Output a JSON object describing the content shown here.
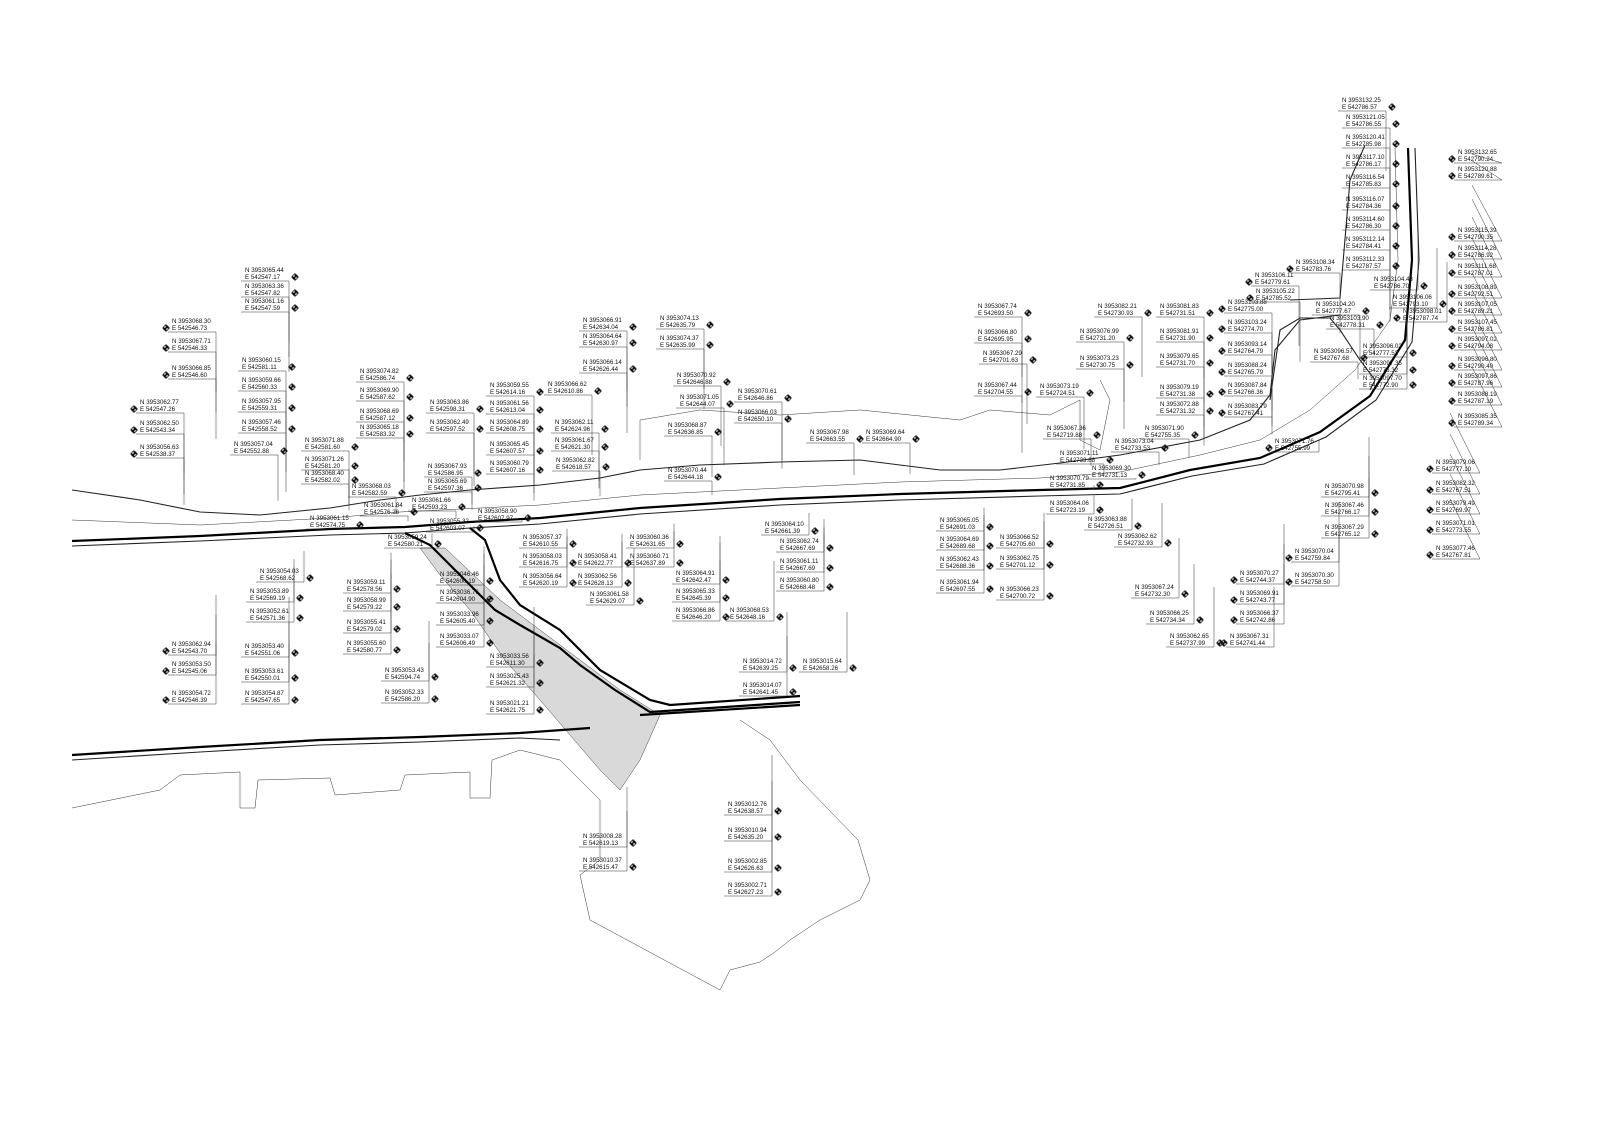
{
  "drawing": {
    "colors": {
      "line": "#111111",
      "hatch": "#d9d9d9",
      "background": "#ffffff"
    },
    "marker_icon": "survey-crosshair-icon",
    "points": [
      [
        "N 3953065.44",
        "E 542547.17"
      ],
      [
        "N 3953063.36",
        "E 542547.82"
      ],
      [
        "N 3953061.16",
        "E 542547.59"
      ],
      [
        "N 3953068.30",
        "E 542546.73"
      ],
      [
        "N 3953067.71",
        "E 542546.33"
      ],
      [
        "N 3953066.85",
        "E 542546.60"
      ],
      [
        "N 3953060.15",
        "E 542581.11"
      ],
      [
        "N 3953059.66",
        "E 542560.33"
      ],
      [
        "N 3953057.95",
        "E 542559.31"
      ],
      [
        "N 3953057.46",
        "E 542558.52"
      ],
      [
        "N 3953057.04",
        "E 542552.88"
      ],
      [
        "N 3953062.77",
        "E 542547.26"
      ],
      [
        "N 3953062.50",
        "E 542543.34"
      ],
      [
        "N 3953056.63",
        "E 542538.37"
      ],
      [
        "N 3953074.82",
        "E 542586.74"
      ],
      [
        "N 3953069.90",
        "E 542587.62"
      ],
      [
        "N 3953068.69",
        "E 542587.12"
      ],
      [
        "N 3953065.18",
        "E 542583.32"
      ],
      [
        "N 3953071.88",
        "E 542581.60"
      ],
      [
        "N 3953071.26",
        "E 542581.20"
      ],
      [
        "N 3953068.40",
        "E 542582.02"
      ],
      [
        "N 3953068.03",
        "E 542582.59"
      ],
      [
        "N 3953063.86",
        "E 542598.31"
      ],
      [
        "N 3953062.49",
        "E 542597.52"
      ],
      [
        "N 3953067.93",
        "E 542586.95"
      ],
      [
        "N 3953065.69",
        "E 542597.36"
      ],
      [
        "N 3953061.66",
        "E 542593.23"
      ],
      [
        "N 3953061.84",
        "E 542576.26"
      ],
      [
        "N 3953061.15",
        "E 542574.75"
      ],
      [
        "N 3953055.32",
        "E 542603.07"
      ],
      [
        "N 3953059.24",
        "E 542580.21"
      ],
      [
        "N 3953054.03",
        "E 542568.62"
      ],
      [
        "N 3953053.89",
        "E 542569.19"
      ],
      [
        "N 3953052.61",
        "E 542571.36"
      ],
      [
        "N 3953059.11",
        "E 542578.56"
      ],
      [
        "N 3953058.99",
        "E 542579.22"
      ],
      [
        "N 3953055.41",
        "E 542579.02"
      ],
      [
        "N 3953055.60",
        "E 542580.77"
      ],
      [
        "N 3953062.94",
        "E 542543.70"
      ],
      [
        "N 3953053.50",
        "E 542545.06"
      ],
      [
        "N 3953053.40",
        "E 542551.06"
      ],
      [
        "N 3953053.61",
        "E 542550.01"
      ],
      [
        "N 3953054.72",
        "E 542546.39"
      ],
      [
        "N 3953054.87",
        "E 542547.65"
      ],
      [
        "N 3953053.43",
        "E 542594.74"
      ],
      [
        "N 3953052.33",
        "E 542586.20"
      ],
      [
        "N 3953059.55",
        "E 542614.16"
      ],
      [
        "N 3953061.56",
        "E 542613.04"
      ],
      [
        "N 3953064.89",
        "E 542608.75"
      ],
      [
        "N 3953065.45",
        "E 542607.57"
      ],
      [
        "N 3953060.79",
        "E 542607.16"
      ],
      [
        "N 3953066.62",
        "E 542610.86"
      ],
      [
        "N 3953062.11",
        "E 542624.96"
      ],
      [
        "N 3953061.67",
        "E 542621.30"
      ],
      [
        "N 3953062.82",
        "E 542618.57"
      ],
      [
        "N 3953066.91",
        "E 542634.04"
      ],
      [
        "N 3953064.64",
        "E 542630.97"
      ],
      [
        "N 3953066.14",
        "E 542626.44"
      ],
      [
        "N 3953074.13",
        "E 542635.79"
      ],
      [
        "N 3953074.37",
        "E 542635.99"
      ],
      [
        "N 3953070.92",
        "E 542646.88"
      ],
      [
        "N 3953071.05",
        "E 542644.07"
      ],
      [
        "N 3953068.87",
        "E 542636.85"
      ],
      [
        "N 3953070.44",
        "E 542644.18"
      ],
      [
        "N 3953070.61",
        "E 542646.86"
      ],
      [
        "N 3953066.03",
        "E 542650.10"
      ],
      [
        "N 3953058.90",
        "E 542607.97"
      ],
      [
        "N 3953057.37",
        "E 542610.55"
      ],
      [
        "N 3953058.03",
        "E 542616.75"
      ],
      [
        "N 3953058.41",
        "E 542622.77"
      ],
      [
        "N 3953060.36",
        "E 542631.65"
      ],
      [
        "N 3953060.71",
        "E 542637.89"
      ],
      [
        "N 3953056.64",
        "E 542620.19"
      ],
      [
        "N 3953062.56",
        "E 542628.13"
      ],
      [
        "N 3953061.58",
        "E 542629.07"
      ],
      [
        "N 3953064.91",
        "E 542642.47"
      ],
      [
        "N 3953065.33",
        "E 542645.39"
      ],
      [
        "N 3953066.86",
        "E 542646.20"
      ],
      [
        "N 3953064.10",
        "E 542661.39"
      ],
      [
        "N 3953062.74",
        "E 542667.69"
      ],
      [
        "N 3953061.11",
        "E 542667.69"
      ],
      [
        "N 3953060.80",
        "E 542668.48"
      ],
      [
        "N 3953068.53",
        "E 542648.16"
      ],
      [
        "N 3953046.46",
        "E 542600.19"
      ],
      [
        "N 3953036.76",
        "E 542604.90"
      ],
      [
        "N 3953033.96",
        "E 542605.40"
      ],
      [
        "N 3953033.07",
        "E 542606.49"
      ],
      [
        "N 3953033.56",
        "E 542611.30"
      ],
      [
        "N 3953025.43",
        "E 542621.32"
      ],
      [
        "N 3953021.21",
        "E 542621.75"
      ],
      [
        "N 3953014.72",
        "E 542639.25"
      ],
      [
        "N 3953015.64",
        "E 542658.26"
      ],
      [
        "N 3953014.07",
        "E 542641.45"
      ],
      [
        "N 3953012.76",
        "E 542638.57"
      ],
      [
        "N 3953010.94",
        "E 542635.20"
      ],
      [
        "N 3953002.85",
        "E 542626.63"
      ],
      [
        "N 3953002.71",
        "E 542627.23"
      ],
      [
        "N 3953008.28",
        "E 542619.13"
      ],
      [
        "N 3953010.37",
        "E 542615.47"
      ],
      [
        "N 3953067.98",
        "E 542663.55"
      ],
      [
        "N 3953069.64",
        "E 542664.90"
      ],
      [
        "N 3953067.74",
        "E 542693.50"
      ],
      [
        "N 3953066.80",
        "E 542695.95"
      ],
      [
        "N 3953067.29",
        "E 542701.63"
      ],
      [
        "N 3953067.44",
        "E 542704.55"
      ],
      [
        "N 3953076.99",
        "E 542731.20"
      ],
      [
        "N 3953073.23",
        "E 542730.75"
      ],
      [
        "N 3953073.19",
        "E 542724.51"
      ],
      [
        "N 3953067.36",
        "E 542719.88"
      ],
      [
        "N 3953082.21",
        "E 542730.93"
      ],
      [
        "N 3953081.83",
        "E 542731.51"
      ],
      [
        "N 3953081.91",
        "E 542731.90"
      ],
      [
        "N 3953079.65",
        "E 542731.70"
      ],
      [
        "N 3953079.19",
        "E 542731.38"
      ],
      [
        "N 3953072.88",
        "E 542731.32"
      ],
      [
        "N 3953071.90",
        "E 542755.35"
      ],
      [
        "N 3953073.04",
        "E 542733.53"
      ],
      [
        "N 3953071.11",
        "E 542733.88"
      ],
      [
        "N 3953069.30",
        "E 542731.13"
      ],
      [
        "N 3953070.79",
        "E 542731.85"
      ],
      [
        "N 3953064.06",
        "E 542723.19"
      ],
      [
        "N 3953063.88",
        "E 542726.51"
      ],
      [
        "N 3953062.62",
        "E 542732.93"
      ],
      [
        "N 3953065.05",
        "E 542691.03"
      ],
      [
        "N 3953066.52",
        "E 542705.60"
      ],
      [
        "N 3953064.69",
        "E 542689.68"
      ],
      [
        "N 3953062.43",
        "E 542688.36"
      ],
      [
        "N 3953062.75",
        "E 542701.12"
      ],
      [
        "N 3953061.94",
        "E 542697.55"
      ],
      [
        "N 3953066.23",
        "E 542700.72"
      ],
      [
        "N 3953067.24",
        "E 542732.30"
      ],
      [
        "N 3953066.25",
        "E 542734.34"
      ],
      [
        "N 3953062.65",
        "E 542737.99"
      ],
      [
        "N 3953067.31",
        "E 542741.44"
      ],
      [
        "N 3953070.27",
        "E 542744.37"
      ],
      [
        "N 3953069.91",
        "E 542743.77"
      ],
      [
        "N 3953066.37",
        "E 542742.86"
      ],
      [
        "N 3953070.04",
        "E 542759.84"
      ],
      [
        "N 3953070.30",
        "E 542758.50"
      ],
      [
        "N 3953071.76",
        "E 542755.99"
      ],
      [
        "N 3953132.25",
        "E 542786.57"
      ],
      [
        "N 3953121.05",
        "E 542786.55"
      ],
      [
        "N 3953120.41",
        "E 542785.98"
      ],
      [
        "N 3953117.10",
        "E 542786.17"
      ],
      [
        "N 3953116.54",
        "E 542785.83"
      ],
      [
        "N 3953116.07",
        "E 542784.36"
      ],
      [
        "N 3953114.60",
        "E 542786.30"
      ],
      [
        "N 3953112.14",
        "E 542784.41"
      ],
      [
        "N 3953112.33",
        "E 542787.57"
      ],
      [
        "N 3953108.34",
        "E 542783.76"
      ],
      [
        "N 3953106.11",
        "E 542779.61"
      ],
      [
        "N 3953105.22",
        "E 542785.52"
      ],
      [
        "N 3953104.43",
        "E 542786.70"
      ],
      [
        "N 3953103.88",
        "E 542775.00"
      ],
      [
        "N 3953104.20",
        "E 542777.67"
      ],
      [
        "N 3953106.06",
        "E 542793.10"
      ],
      [
        "N 3953098.01",
        "E 542787.74"
      ],
      [
        "N 3953103.90",
        "E 542778.31"
      ],
      [
        "N 3953103.24",
        "E 542774.70"
      ],
      [
        "N 3953093.14",
        "E 542764.79"
      ],
      [
        "N 3953096.57",
        "E 542767.68"
      ],
      [
        "N 3953096.02",
        "E 542777.52"
      ],
      [
        "N 3953097.35",
        "E 542775.32"
      ],
      [
        "N 3953097.70",
        "E 542772.90"
      ],
      [
        "N 3953088.24",
        "E 542765.79"
      ],
      [
        "N 3953087.84",
        "E 542766.36"
      ],
      [
        "N 3953083.79",
        "E 542767.41"
      ],
      [
        "N 3953132.65",
        "E 542790.24"
      ],
      [
        "N 3953120.88",
        "E 542789.61"
      ],
      [
        "N 3953115.39",
        "E 542790.35"
      ],
      [
        "N 3953114.28",
        "E 542786.92"
      ],
      [
        "N 3953111.68",
        "E 542787.01"
      ],
      [
        "N 3953108.89",
        "E 542792.51"
      ],
      [
        "N 3953107.05",
        "E 542789.21"
      ],
      [
        "N 3953107.45",
        "E 542786.81"
      ],
      [
        "N 3953097.02",
        "E 542794.08"
      ],
      [
        "N 3953096.80",
        "E 542790.40"
      ],
      [
        "N 3953097.86",
        "E 542787.96"
      ],
      [
        "N 3953088.19",
        "E 542787.19"
      ],
      [
        "N 3953085.35",
        "E 542789.34"
      ],
      [
        "N 3953079.06",
        "E 542777.10"
      ],
      [
        "N 3953082.32",
        "E 542767.51"
      ],
      [
        "N 3953079.49",
        "E 542769.97"
      ],
      [
        "N 3953071.01",
        "E 542773.55"
      ],
      [
        "N 3953077.46",
        "E 542767.81"
      ],
      [
        "N 3953070.98",
        "E 542795.41"
      ],
      [
        "N 3953067.46",
        "E 542766.17"
      ],
      [
        "N 3953067.29",
        "E 542765.12"
      ]
    ]
  }
}
